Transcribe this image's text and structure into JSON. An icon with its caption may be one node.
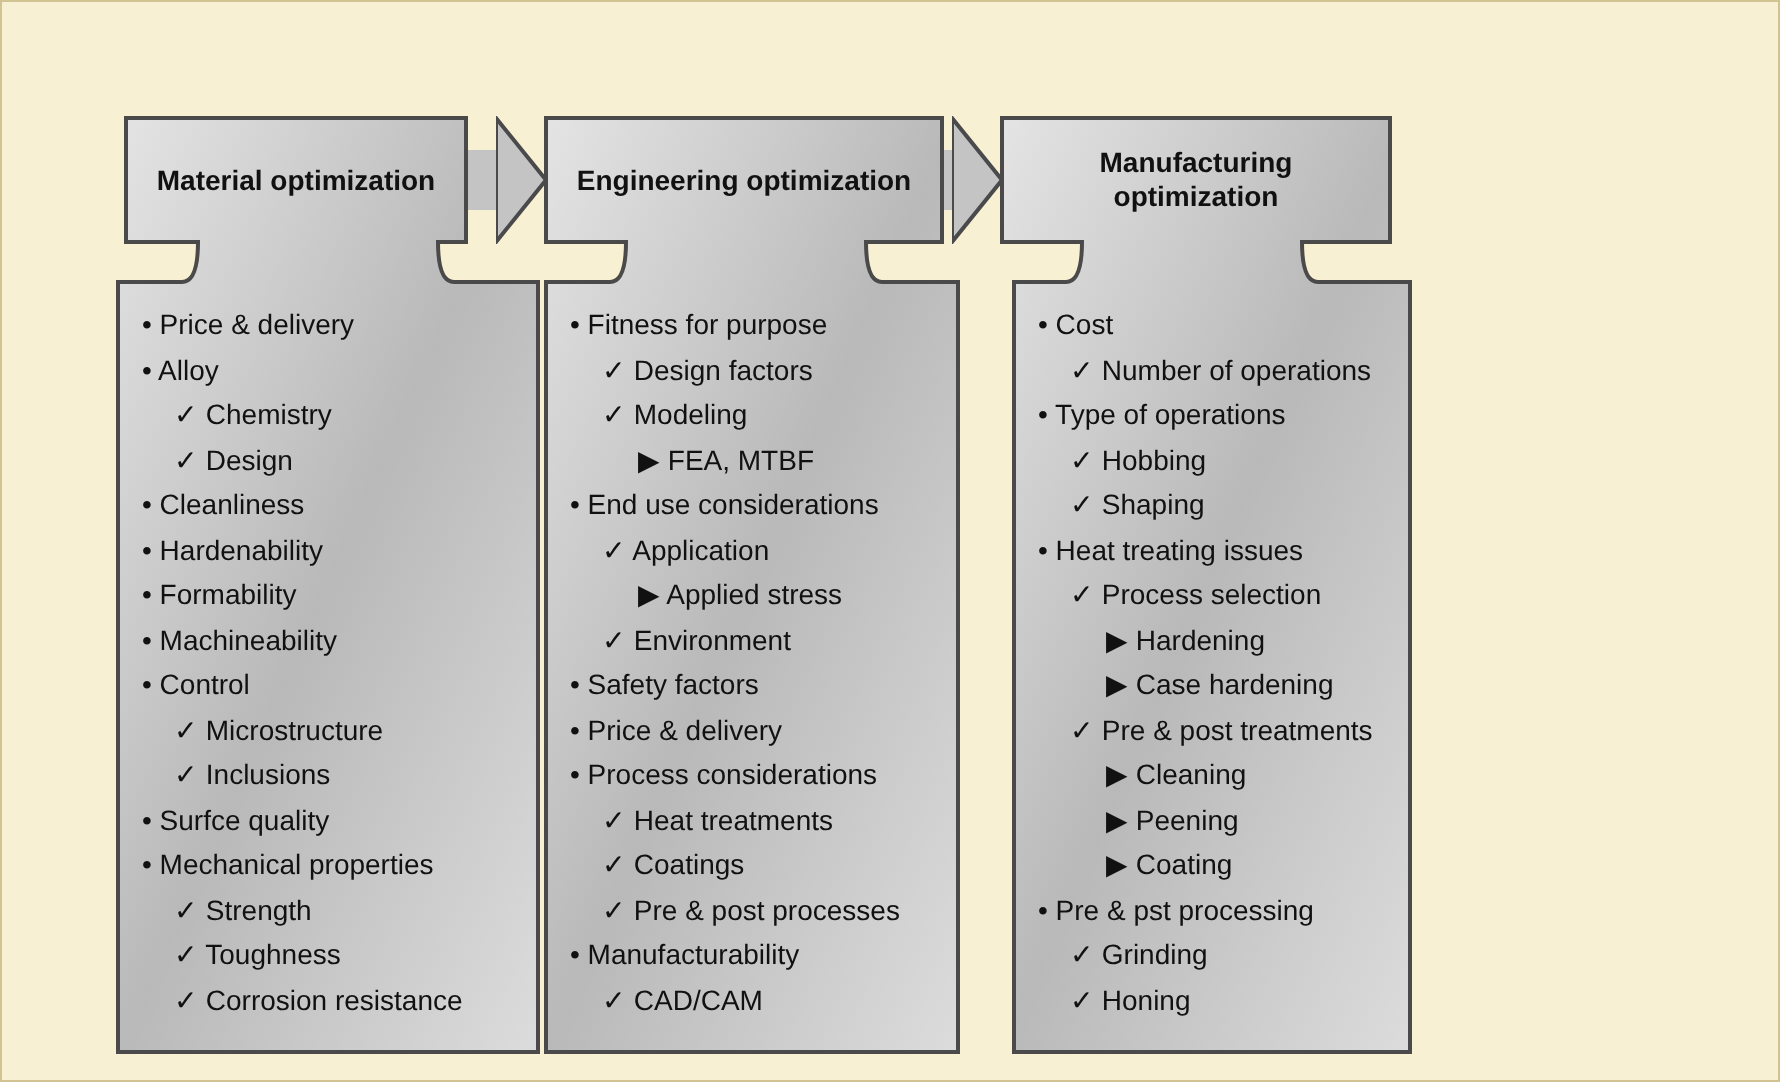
{
  "diagram": {
    "nodes": [
      {
        "text": [
          "Material optimization",
          "• Price & delivery",
          "• Alloy",
          "✓ Chemistry",
          "✓ Design",
          "• Cleanliness",
          "• Hardenability",
          "• Formability",
          "• Machineability",
          "• Control",
          "✓ Microstructure",
          "✓ Inclusions",
          "• Surfce quality",
          "• Mechanical properties",
          "✓ Strength",
          "✓ Toughness",
          "✓ Corrosion resistance"
        ]
      },
      {
        "text": [
          "Engineering optimization",
          "• Fitness for purpose",
          "✓ Design factors",
          "✓ Modeling",
          "▶ FEA, MTBF",
          "• End use considerations",
          "✓ Application",
          "▶ Applied stress",
          "✓ Environment",
          "• Safety factors",
          "• Price & delivery",
          "• Process considerations",
          "✓ Heat treatments",
          "✓ Coatings",
          "✓ Pre & post processes",
          "• Manufacturability",
          "✓ CAD/CAM"
        ]
      },
      {
        "text": [
          "Manufacturing optimization",
          "• Cost",
          "✓ Number of operations",
          "• Type of operations",
          "✓ Hobbing",
          "✓ Shaping",
          "• Heat treating issues",
          "✓ Process selection",
          "▶ Hardening",
          "▶ Case hardening",
          "✓ Pre & post treatments",
          "▶ Cleaning",
          "▶ Peening",
          "▶ Coating",
          "• Pre & pst processing",
          "✓ Grinding",
          "✓ Honing"
        ]
      }
    ],
    "edges": [
      {
        "from": 0,
        "to": 1,
        "arrow": "to"
      },
      {
        "from": 1,
        "to": 2,
        "arrow": "to"
      }
    ]
  }
}
